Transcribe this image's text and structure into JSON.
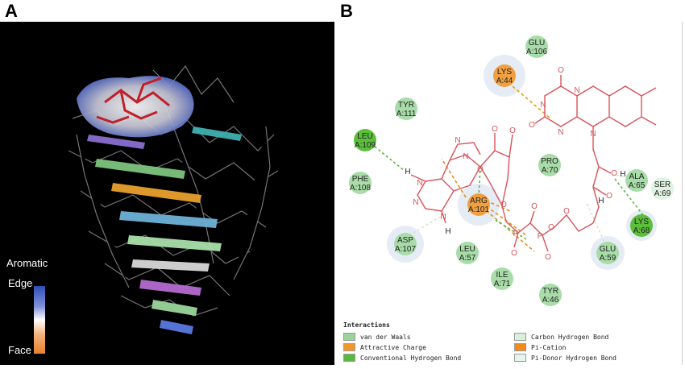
{
  "panel_a": {
    "label": "A",
    "scale_title": "Aromatic",
    "scale_top_label": "Edge",
    "scale_bottom_label": "Face"
  },
  "panel_b": {
    "label": "B",
    "residues": [
      {
        "name": "GLU",
        "id": "A:106",
        "type": "vdw"
      },
      {
        "name": "LYS",
        "id": "A:44",
        "type": "attractive"
      },
      {
        "name": "TYR",
        "id": "A:111",
        "type": "vdw"
      },
      {
        "name": "LEU",
        "id": "A:109",
        "type": "conventional"
      },
      {
        "name": "PRO",
        "id": "A:70",
        "type": "vdw"
      },
      {
        "name": "PHE",
        "id": "A:108",
        "type": "vdw"
      },
      {
        "name": "ARG",
        "id": "A:101",
        "type": "attractive"
      },
      {
        "name": "ALA",
        "id": "A:65",
        "type": "vdw"
      },
      {
        "name": "SER",
        "id": "A:69",
        "type": "carbon"
      },
      {
        "name": "LYS",
        "id": "A:68",
        "type": "conventional"
      },
      {
        "name": "ASP",
        "id": "A:107",
        "type": "vdw"
      },
      {
        "name": "LEU",
        "id": "A:57",
        "type": "vdw"
      },
      {
        "name": "GLU",
        "id": "A:59",
        "type": "vdw"
      },
      {
        "name": "ILE",
        "id": "A:71",
        "type": "vdw"
      },
      {
        "name": "TYR",
        "id": "A:46",
        "type": "vdw"
      }
    ],
    "atoms": {
      "o": "O",
      "n": "N",
      "h": "H",
      "p": "P"
    },
    "legend": {
      "title": "Interactions",
      "items": [
        {
          "label": "van der Waals",
          "color": "#9bd49b"
        },
        {
          "label": "Attractive Charge",
          "color": "#f0962b"
        },
        {
          "label": "Conventional Hydrogen Bond",
          "color": "#58b840"
        },
        {
          "label": "Carbon Hydrogen Bond",
          "color": "#d8f0d8"
        },
        {
          "label": "Pi-Cation",
          "color": "#f08a1a"
        },
        {
          "label": "Pi-Donor Hydrogen Bond",
          "color": "#e4f6ea"
        }
      ]
    }
  },
  "colors": {
    "ligand": "#d9535a",
    "vdw": "#a8dca8",
    "attractive": "#f0a040",
    "conventional": "#5cbf3c",
    "carbon": "#e0f2e0",
    "halo": "#e6ecf6"
  }
}
